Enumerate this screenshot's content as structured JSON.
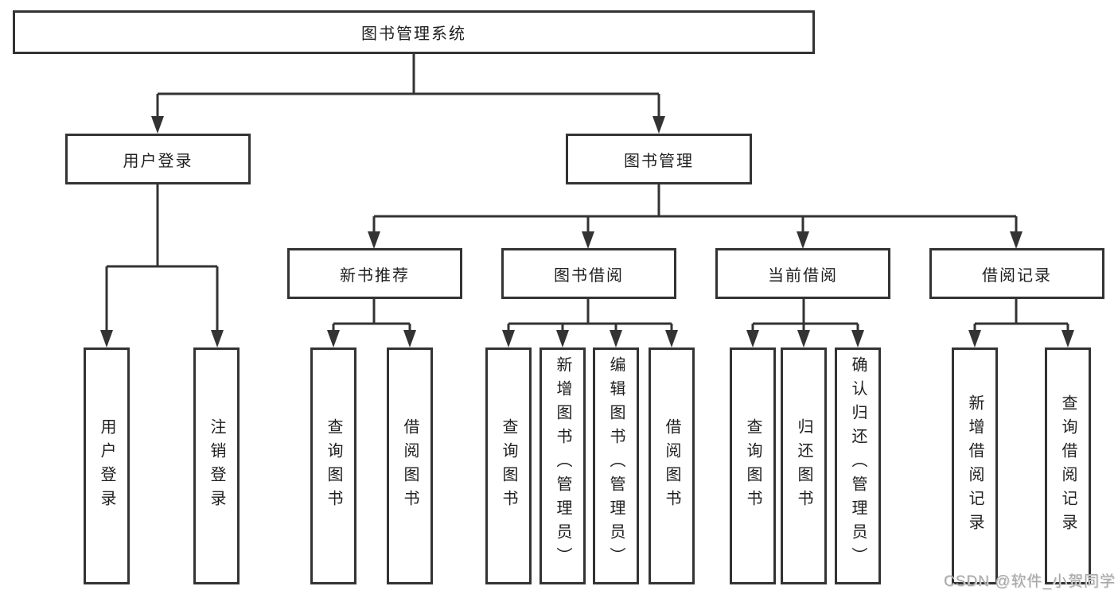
{
  "tree": {
    "root": {
      "label": "图书管理系统",
      "children": [
        {
          "label": "用户登录",
          "children": [
            {
              "label": "用户登录"
            },
            {
              "label": "注销登录"
            }
          ]
        },
        {
          "label": "图书管理",
          "children": [
            {
              "label": "新书推荐",
              "children": [
                {
                  "label": "查询图书"
                },
                {
                  "label": "借阅图书"
                }
              ]
            },
            {
              "label": "图书借阅",
              "children": [
                {
                  "label": "查询图书"
                },
                {
                  "label": "新增图书（管理员）"
                },
                {
                  "label": "编辑图书（管理员）"
                },
                {
                  "label": "借阅图书"
                }
              ]
            },
            {
              "label": "当前借阅",
              "children": [
                {
                  "label": "查询图书"
                },
                {
                  "label": "归还图书"
                },
                {
                  "label": "确认归还（管理员）"
                }
              ]
            },
            {
              "label": "借阅记录",
              "children": [
                {
                  "label": "新增借阅记录"
                },
                {
                  "label": "查询借阅记录"
                }
              ]
            }
          ]
        }
      ]
    }
  },
  "watermark": "CSDN @软件_小贺同学",
  "colors": {
    "line": "#333333",
    "text": "#1f1f1f",
    "background": "#ffffff",
    "watermark": "#a8a8a8"
  }
}
